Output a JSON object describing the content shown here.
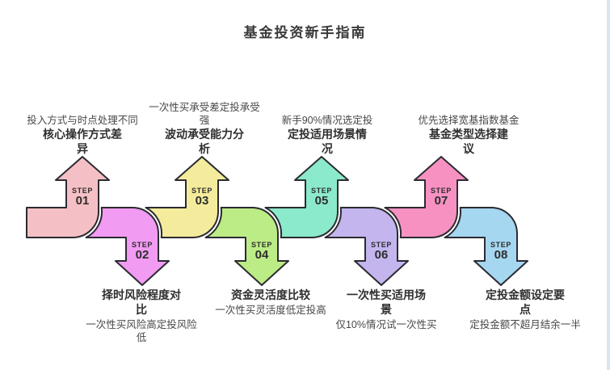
{
  "page": {
    "title": "基金投资新手指南",
    "background": "#ffffff",
    "outline_color": "#2b2b31"
  },
  "steps": [
    {
      "step_word": "STEP",
      "number": "01",
      "direction": "up",
      "color": "#F5C0C5",
      "title": "核心操作方式差异",
      "desc": "投入方式与时点处理不同"
    },
    {
      "step_word": "STEP",
      "number": "02",
      "direction": "down",
      "color": "#F19BF2",
      "title": "择时风险程度对比",
      "desc": "一次性买风险高定投风险低"
    },
    {
      "step_word": "STEP",
      "number": "03",
      "direction": "up",
      "color": "#F4EC9C",
      "title": "波动承受能力分析",
      "desc": "一次性买承受差定投承受强"
    },
    {
      "step_word": "STEP",
      "number": "04",
      "direction": "down",
      "color": "#BCEC85",
      "title": "资金灵活度比较",
      "desc": "一次性买灵活度低定投高"
    },
    {
      "step_word": "STEP",
      "number": "05",
      "direction": "up",
      "color": "#8BEACB",
      "title": "定投适用场景情况",
      "desc": "新手90%情况选定投"
    },
    {
      "step_word": "STEP",
      "number": "06",
      "direction": "down",
      "color": "#C4B5EF",
      "title": "一次性买适用场景",
      "desc": "仅10%情况试一次性买"
    },
    {
      "step_word": "STEP",
      "number": "07",
      "direction": "up",
      "color": "#F791C2",
      "title": "基金类型选择建议",
      "desc": "优先选择宽基指数基金"
    },
    {
      "step_word": "STEP",
      "number": "08",
      "direction": "down",
      "color": "#A6D7F1",
      "title": "定投金额设定要点",
      "desc": "定投金额不超月结余一半"
    }
  ]
}
